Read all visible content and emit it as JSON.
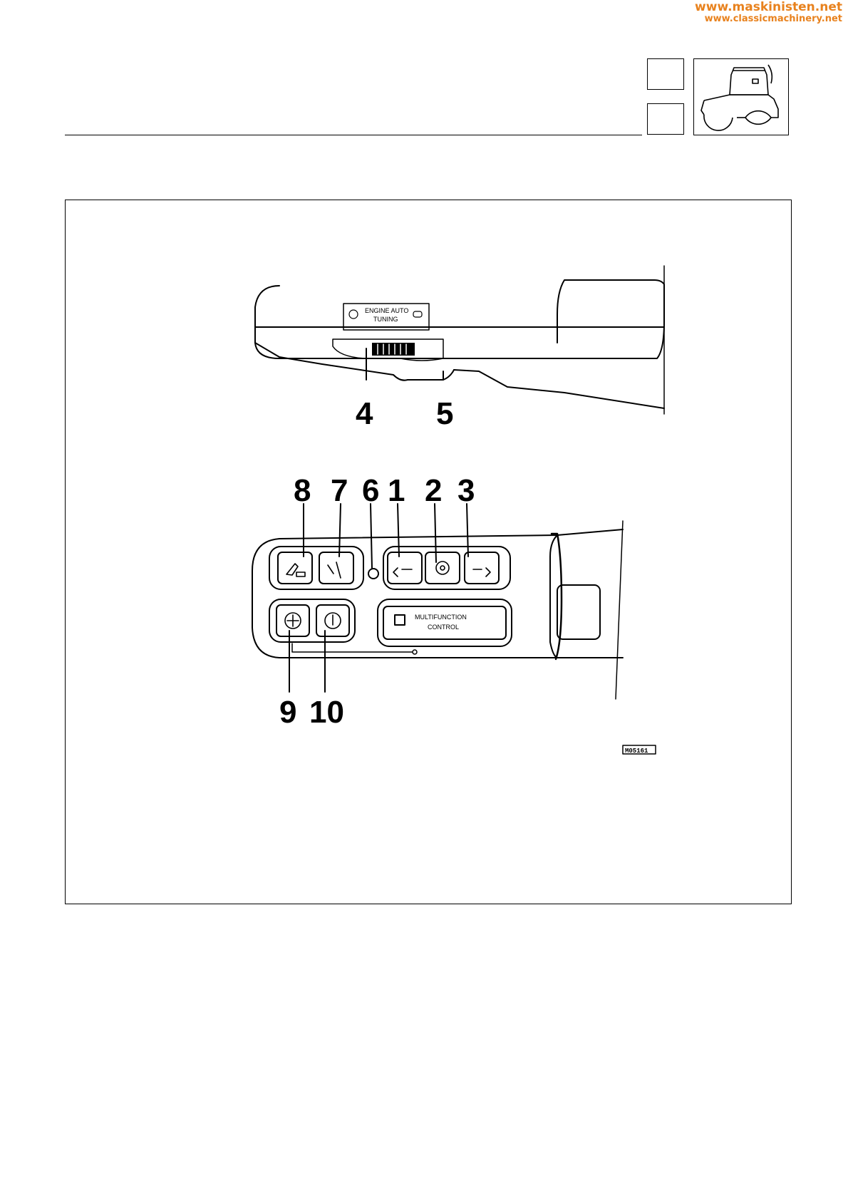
{
  "watermark": {
    "line1": "www.maskinisten.net",
    "line2": "www.classicmachinery.net"
  },
  "figure": {
    "callouts": {
      "c1": "1",
      "c2": "2",
      "c3": "3",
      "c4": "4",
      "c5": "5",
      "c6": "6",
      "c7": "7",
      "c8": "8",
      "c9": "9",
      "c10": "10"
    },
    "plate_line1": "ENGINE AUTO",
    "plate_line2": "TUNING",
    "panel_line1": "MULTIFUNCTION",
    "panel_line2": "CONTROL",
    "ref_code": "M05161"
  }
}
